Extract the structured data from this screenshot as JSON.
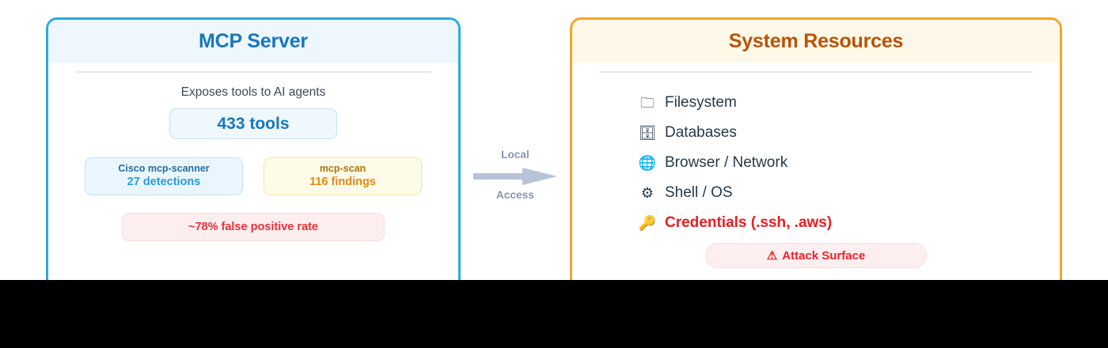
{
  "canvas": {
    "background": "#ffffff",
    "letterbox_color": "#000000"
  },
  "left_card": {
    "title": "MCP Server",
    "accent_color": "#29abe2",
    "header_background": "#eef7fd",
    "title_color": "#1877bd",
    "subtitle": "Exposes tools to AI agents",
    "tools_badge": {
      "label": "433 tools",
      "value": 433,
      "unit": "tools",
      "color": "#1877bd"
    },
    "scanners": [
      {
        "name": "Cisco mcp-scanner",
        "value_label": "27 detections",
        "count": 27,
        "metric": "detections",
        "name_color": "#1f6fa8",
        "value_color": "#249cdd",
        "background": "#eaf6fd",
        "border": "#c4e4f7"
      },
      {
        "name": "mcp-scan",
        "value_label": "116 findings",
        "count": 116,
        "metric": "findings",
        "name_color": "#b5700a",
        "value_color": "#e08c0b",
        "background": "#fefbe9",
        "border": "#f5e3a8"
      }
    ],
    "false_positive_pill": {
      "label": "~78% false positive rate",
      "rate_percent": 78,
      "color": "#e8313a",
      "background": "#fdeeef",
      "border": "#f9dde0"
    }
  },
  "connector": {
    "label_top": "Local",
    "label_bottom": "Access",
    "label_color": "#8695b0",
    "arrow_color": "#b6c3d8",
    "direction": "left-to-right"
  },
  "right_card": {
    "title": "System Resources",
    "accent_color": "#f5a623",
    "header_background": "#fdf8e7",
    "title_color": "#b8530b",
    "resources": [
      {
        "icon": "folder-icon",
        "glyph": "🗀",
        "label": "Filesystem",
        "danger": false
      },
      {
        "icon": "file-cabinet-icon",
        "glyph": "🗄",
        "label": "Databases",
        "danger": false
      },
      {
        "icon": "globe-icon",
        "glyph": "🌐",
        "label": "Browser / Network",
        "danger": false
      },
      {
        "icon": "gear-icon",
        "glyph": "⚙",
        "label": "Shell / OS",
        "danger": false
      },
      {
        "icon": "key-icon",
        "glyph": "🔑",
        "label": "Credentials (.ssh, .aws)",
        "danger": true
      }
    ],
    "danger_color": "#e81d20",
    "text_color": "#27384a",
    "attack_pill": {
      "warning_glyph": "⚠",
      "label": "Attack Surface",
      "color": "#e8242a",
      "background": "#fdeff0",
      "border": "#fadfe1"
    }
  }
}
